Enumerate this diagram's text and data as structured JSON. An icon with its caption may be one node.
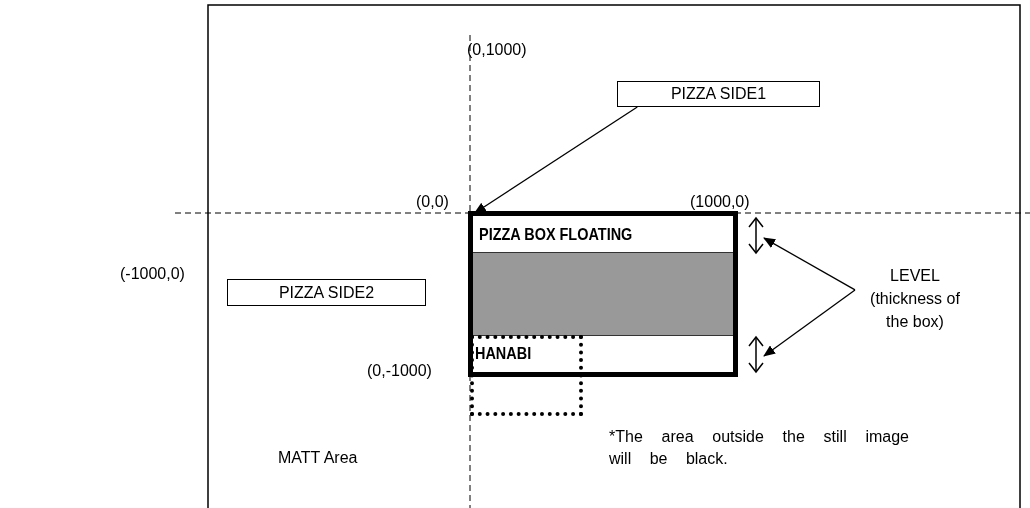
{
  "diagram": {
    "nodes": [
      {
        "text": [
          "PIZZA SIDE1"
        ]
      },
      {
        "text": [
          "PIZZA SIDE2"
        ]
      },
      {
        "text": [
          "PIZZA BOX FLOATING"
        ]
      },
      {
        "text": [],
        "shape": "bar",
        "in": 2
      },
      {
        "text": [
          "HANABI"
        ]
      },
      {
        "text": [
          "LEVEL (thickness of the box)"
        ]
      },
      {
        "text": [],
        "shape": "arrow"
      },
      {
        "text": [],
        "shape": "arrow"
      }
    ],
    "edges": [
      {
        "from": 0,
        "to": 2,
        "arrow": "to"
      },
      {
        "from": 5,
        "to": 6,
        "arrow": "to"
      },
      {
        "from": 5,
        "to": 7,
        "arrow": "to"
      }
    ],
    "labels": [
      "(0,1000)",
      "(0,0)",
      "(1000,0)",
      "(-1000,0)",
      "(0,-1000)",
      "*The area outside the still image will be black.",
      "MATT Area"
    ]
  }
}
